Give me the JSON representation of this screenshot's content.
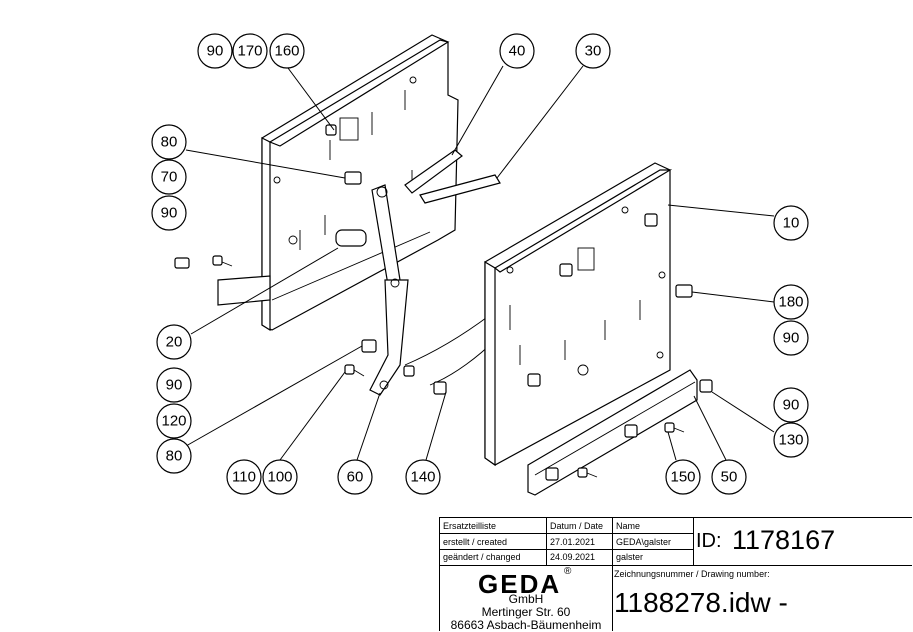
{
  "balloons": [
    {
      "id": "b90a",
      "label": "90"
    },
    {
      "id": "b170",
      "label": "170"
    },
    {
      "id": "b160",
      "label": "160"
    },
    {
      "id": "b40",
      "label": "40"
    },
    {
      "id": "b30",
      "label": "30"
    },
    {
      "id": "b80a",
      "label": "80"
    },
    {
      "id": "b70",
      "label": "70"
    },
    {
      "id": "b90b",
      "label": "90"
    },
    {
      "id": "b10",
      "label": "10"
    },
    {
      "id": "b180",
      "label": "180"
    },
    {
      "id": "b90c",
      "label": "90"
    },
    {
      "id": "b20",
      "label": "20"
    },
    {
      "id": "b90d",
      "label": "90"
    },
    {
      "id": "b120",
      "label": "120"
    },
    {
      "id": "b80b",
      "label": "80"
    },
    {
      "id": "b90e",
      "label": "90"
    },
    {
      "id": "b130",
      "label": "130"
    },
    {
      "id": "b110",
      "label": "110"
    },
    {
      "id": "b100",
      "label": "100"
    },
    {
      "id": "b60",
      "label": "60"
    },
    {
      "id": "b140",
      "label": "140"
    },
    {
      "id": "b150",
      "label": "150"
    },
    {
      "id": "b50",
      "label": "50"
    }
  ],
  "title_block": {
    "ersatzteilliste": "Ersatzteilliste",
    "datum_header": "Datum / Date",
    "name_header": "Name",
    "created_label": "erstellt / created",
    "created_date": "27.01.2021",
    "created_name": "GEDA\\galster",
    "changed_label": "geändert / changed",
    "changed_date": "24.09.2021",
    "changed_name": "galster",
    "id_label": "ID:",
    "id_value": "1178167",
    "drawing_number_label": "Zeichnungsnummer / Drawing number:",
    "drawing_number": "1188278.idw -",
    "company_logo": "GEDA",
    "company_reg": "®",
    "company_form": "GmbH",
    "street": "Mertinger Str. 60",
    "city": "86663 Asbach-Bäumenheim"
  }
}
